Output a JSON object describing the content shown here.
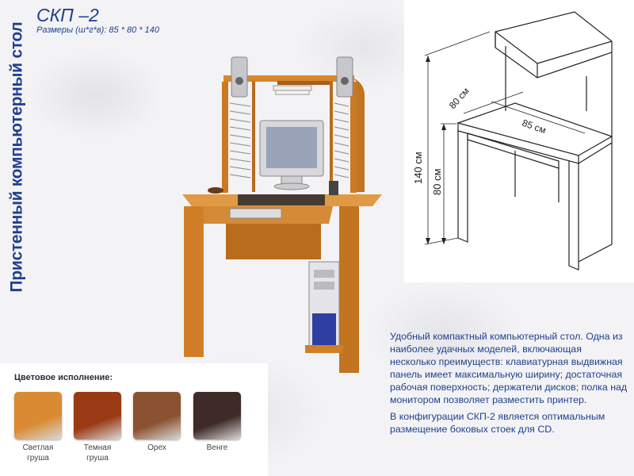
{
  "header": {
    "vertical_title": "Пристенный компьютерный стол",
    "model": "СКП –2",
    "dimensions": "Размеры (ш*г*в): 85 * 80 * 140"
  },
  "drawing": {
    "label_width": "85 см",
    "label_depth": "80 см",
    "label_total_height": "140 см",
    "label_desk_height": "80 см"
  },
  "colors": {
    "title": "Цветовое исполнение:",
    "swatches": [
      {
        "line1": "Светлая",
        "line2": "груша",
        "color": "#d98a32"
      },
      {
        "line1": "Темная",
        "line2": "груша",
        "color": "#9a3a14"
      },
      {
        "line1": "Орех",
        "line2": "",
        "color": "#8a5230"
      },
      {
        "line1": "Венге",
        "line2": "",
        "color": "#3e2a26"
      }
    ]
  },
  "description": {
    "p1": "Удобный компактный компьютерный стол. Одна из наиболее удачных моделей, включающая несколько преимуществ: клавиатурная выдвижная панель имеет максимальную ширину; достаточная рабочая поверхность; держатели дисков; полка над монитором позволяет разместить принтер.",
    "p2": "В конфигурации СКП-2 является оптимальным размещение боковых стоек для CD."
  }
}
